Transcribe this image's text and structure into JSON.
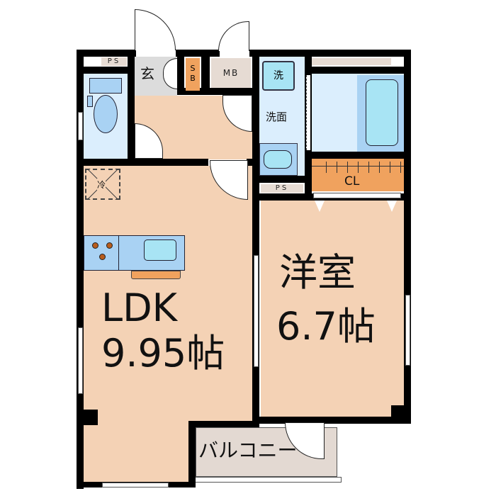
{
  "floorplan": {
    "colors": {
      "wall": "#000000",
      "floor_wood": "#f4d2b5",
      "wet_area": "#dbeefd",
      "fixture_blue": "#a8dcf5",
      "storage_orange": "#f0a25e",
      "entrance_gray": "#dcdcdc",
      "utility_beige": "#e6dbd3",
      "balcony": "#e3d9d2"
    },
    "rooms": {
      "ldk": {
        "name": "LDK",
        "size": "9.95帖"
      },
      "western_room": {
        "name": "洋室",
        "size": "6.7帖"
      },
      "balcony": {
        "name": "バルコニー"
      },
      "entrance": {
        "name": "玄"
      },
      "washroom": {
        "name": "洗面"
      },
      "closet": {
        "name": "CL"
      }
    },
    "fixtures": {
      "shoe_box": "S\nB",
      "shoe_box_line1": "S",
      "shoe_box_line2": "B",
      "meter_box": "MB",
      "pipe_space_top": "PS",
      "pipe_space_mid": "PS",
      "washing_machine": "洗",
      "refrigerator": "冷"
    }
  }
}
